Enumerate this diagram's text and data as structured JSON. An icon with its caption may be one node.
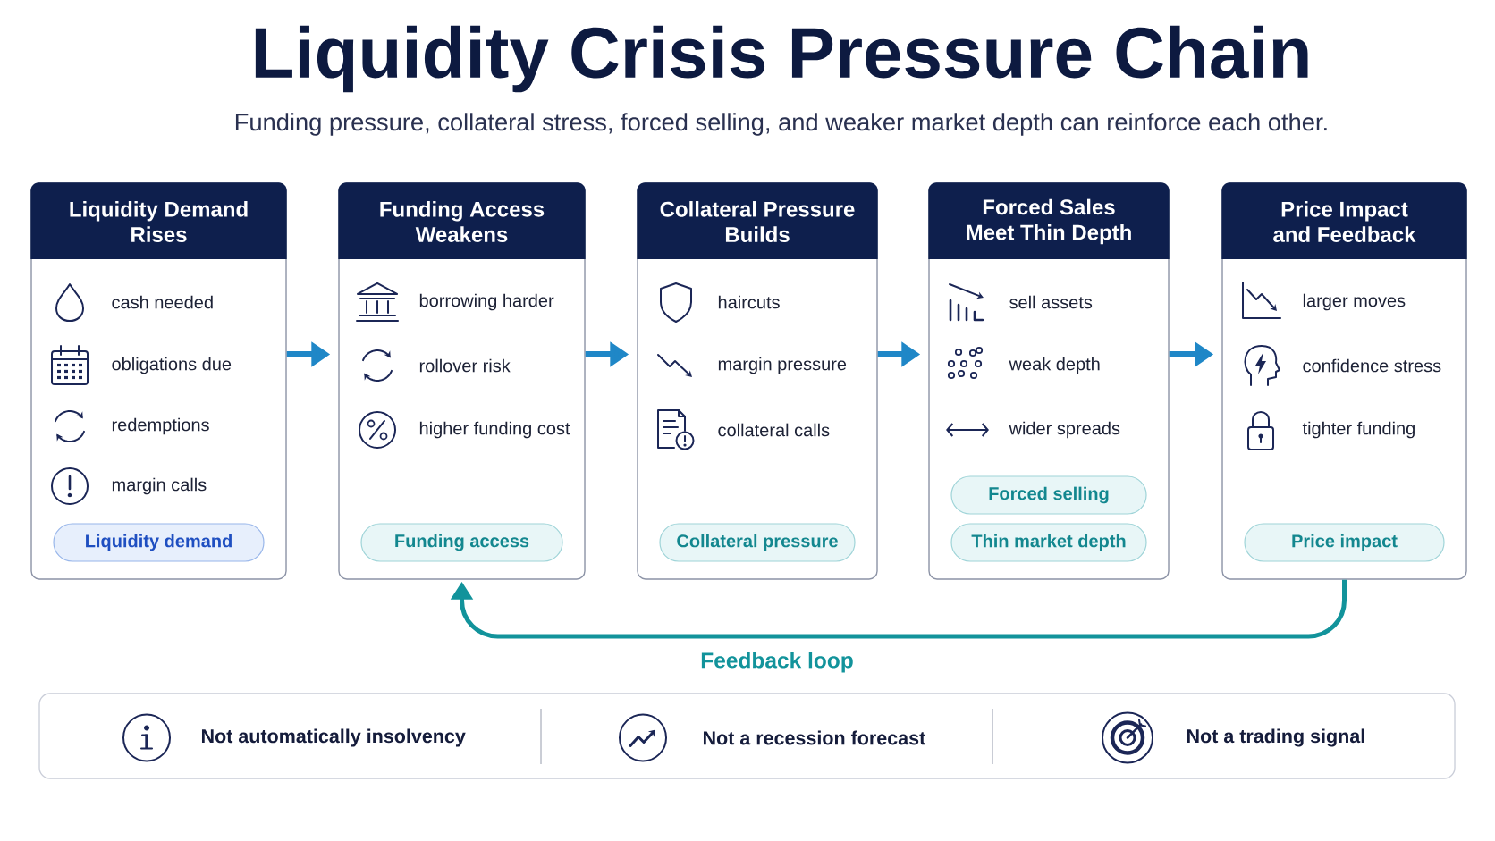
{
  "diagram": {
    "title": "Liquidity Crisis Pressure Chain",
    "nodes": [
      {
        "text": [
          "Liquidity Demand Rises",
          "cash needed",
          "obligations due",
          "redemptions",
          "margin calls"
        ]
      },
      {
        "text": [
          "Liquidity demand"
        ],
        "in": 0
      },
      {
        "text": [
          "Funding Access Weakens",
          "borrowing harder",
          "rollover risk",
          "higher funding cost"
        ]
      },
      {
        "text": [
          "Funding access"
        ],
        "in": 2
      },
      {
        "text": [
          "Collateral Pressure Builds",
          "haircuts",
          "margin pressure",
          "collateral calls"
        ]
      },
      {
        "text": [
          "Collateral pressure"
        ],
        "in": 4
      },
      {
        "text": [
          "Forced Sales Meet Thin Depth",
          "sell assets",
          "weak depth",
          "wider spreads"
        ]
      },
      {
        "text": [
          "Forced selling"
        ],
        "in": 6
      },
      {
        "text": [
          "Thin market depth"
        ],
        "in": 6
      },
      {
        "text": [
          "Price Impact and Feedback",
          "larger moves",
          "confidence stress",
          "tighter funding"
        ]
      },
      {
        "text": [
          "Price impact"
        ],
        "in": 9
      },
      {
        "text": [
          "Not automatically insolvency",
          "Not a recession forecast",
          "Not a trading signal"
        ]
      }
    ],
    "edges": [
      {
        "from": 0,
        "to": 2,
        "arrow": "to"
      },
      {
        "from": 2,
        "to": 4,
        "arrow": "to"
      },
      {
        "from": 4,
        "to": 6,
        "arrow": "to"
      },
      {
        "from": 6,
        "to": 9,
        "arrow": "to"
      },
      {
        "from": 9,
        "to": 2,
        "arrow": "to",
        "label": "Feedback loop",
        "color": "#12939b"
      }
    ],
    "labels": [
      "Funding pressure, collateral stress, forced selling, and weaker market depth can reinforce each other."
    ]
  }
}
